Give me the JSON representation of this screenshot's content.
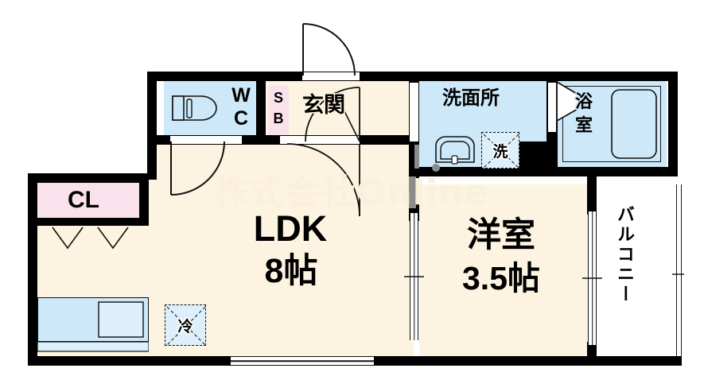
{
  "plan": {
    "type": "apartment-floor-plan",
    "watermark": "株式会社Online",
    "colors": {
      "wall": "#000000",
      "floor": "#FCF3E0",
      "wet_area": "#CDE8F8",
      "closet": "#FAE2EC",
      "balcony": "#FFFFFF",
      "watermark": "#FAF0DC"
    }
  },
  "rooms": {
    "ldk": {
      "name": "LDK",
      "size": "8帖"
    },
    "bedroom": {
      "name": "洋室",
      "size": "3.5帖"
    },
    "entrance": {
      "name": "玄関"
    },
    "toilet": {
      "name": "WC",
      "line1": "W",
      "line2": "C"
    },
    "shoebox": {
      "name": "SB",
      "line1": "S",
      "line2": "B"
    },
    "closet": {
      "name": "CL"
    },
    "washroom": {
      "name": "洗面所"
    },
    "bathroom": {
      "name": "浴室",
      "line1": "浴",
      "line2": "室"
    },
    "balcony": {
      "name": "バルコニー"
    }
  },
  "fixtures": {
    "washer": {
      "label": "洗",
      "name": "washing-machine-space"
    },
    "fridge": {
      "label": "冷",
      "name": "refrigerator-space"
    },
    "kitchen_counter": {
      "name": "kitchen-sink-counter"
    },
    "bathtub": {
      "name": "bathtub"
    },
    "vanity": {
      "name": "wash-basin"
    },
    "toilet_bowl": {
      "name": "toilet-fixture"
    }
  }
}
